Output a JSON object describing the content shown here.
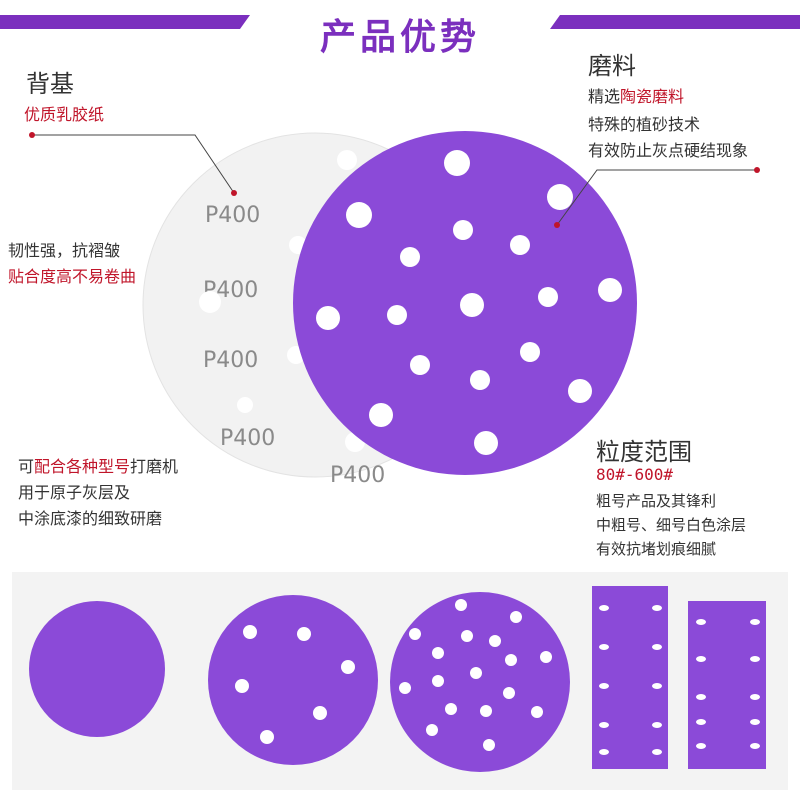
{
  "title": "产品优势",
  "backing": {
    "heading": "背基",
    "subtitle": "优质乳胶纸",
    "line1": "韧性强，抗褶皱",
    "line2": "贴合度高不易卷曲"
  },
  "abrasive": {
    "heading": "磨料",
    "line1_prefix": "精选",
    "line1_highlight": "陶瓷磨料",
    "line2": "特殊的植砂技术",
    "line3": "有效防止灰点硬结现象"
  },
  "compat": {
    "prefix": "可",
    "highlight": "配合各种型号",
    "suffix": "打磨机",
    "line2": "用于原子灰层及",
    "line3": "中涂底漆的细致研磨"
  },
  "grit": {
    "heading": "粒度范围",
    "range": "80#-600#",
    "line1": "粗号产品及其锋利",
    "line2": "中粗号、细号白色涂层",
    "line3": "有效抗堵划痕细腻"
  },
  "backing_print": [
    "P400",
    "P400",
    "P400",
    "P400",
    "P400"
  ],
  "colors": {
    "accent": "#7b2fbe",
    "disc_purple": "#8b4ad8",
    "highlight_red": "#c0152a"
  }
}
